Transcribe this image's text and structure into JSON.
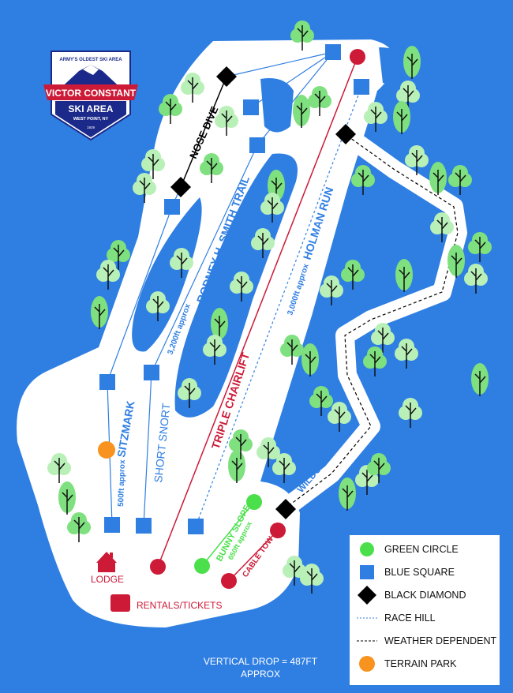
{
  "logo": {
    "tagline": "ARMY'S OLDEST SKI AREA",
    "name": "VICTOR CONSTANT",
    "subtitle": "SKI AREA",
    "location": "WEST POINT, NY",
    "year": "1939"
  },
  "colors": {
    "water": "#2f7fe3",
    "snow": "#ffffff",
    "green": "#4be04b",
    "blue": "#2f7fe3",
    "black": "#000000",
    "red": "#cc1a37",
    "orange": "#f7931e",
    "tree_light": "#b8f0b8",
    "tree_mid": "#7ee07e"
  },
  "trails": {
    "nose_dive": "NOSE DIVE",
    "smith": "RODNEY H. SMITH TRAIL",
    "smith_len": "3,200ft approx",
    "holman": "HOLMAN RUN",
    "holman_len": "3,000ft approx",
    "chairlift": "TRIPLE CHAIRLIFT",
    "short_snort": "SHORT SNORT",
    "sitzmark": "SITZMARK",
    "sitzmark_len": "500ft approx",
    "wildcat": "WILDCAT",
    "bunny": "BUNNY SLOPE",
    "bunny_len": "650ft approx",
    "cable_tow": "CABLE TOW"
  },
  "facilities": {
    "lodge": "LODGE",
    "rentals": "RENTALS/TICKETS"
  },
  "legend": [
    {
      "icon": "green-circle",
      "label": "GREEN CIRCLE"
    },
    {
      "icon": "blue-square",
      "label": "BLUE SQUARE"
    },
    {
      "icon": "black-diamond",
      "label": "BLACK DIAMOND"
    },
    {
      "icon": "blue-dotted-line",
      "label": "RACE HILL"
    },
    {
      "icon": "black-dashed-line",
      "label": "WEATHER DEPENDENT"
    },
    {
      "icon": "orange-circle",
      "label": "TERRAIN PARK"
    }
  ],
  "vertical_drop": {
    "line1": "VERTICAL DROP = 487FT",
    "line2": "APPROX"
  }
}
